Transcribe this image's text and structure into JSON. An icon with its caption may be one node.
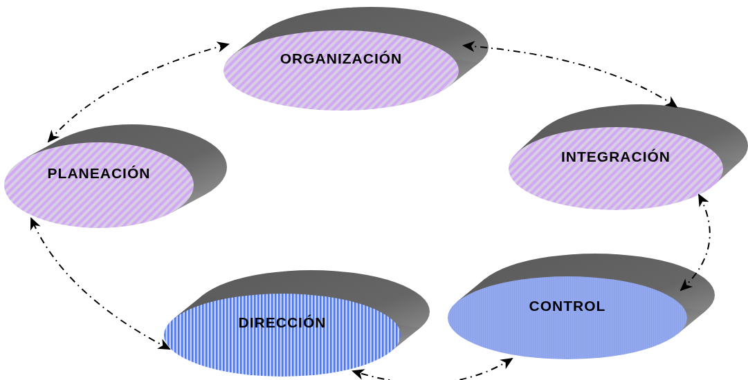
{
  "diagram": {
    "nodes": [
      {
        "text": [
          "ORGANIZACIÓN"
        ]
      },
      {
        "text": [
          "PLANEACIÓN"
        ]
      },
      {
        "text": [
          "INTEGRACIÓN"
        ]
      },
      {
        "text": [
          "DIRECCIÓN"
        ]
      },
      {
        "text": [
          "CONTROL"
        ]
      }
    ],
    "edges": [
      {
        "from": 1,
        "to": 0,
        "arrow": "both",
        "style": "dashed"
      },
      {
        "from": 0,
        "to": 2,
        "arrow": "both",
        "style": "dashed"
      },
      {
        "from": 2,
        "to": 4,
        "arrow": "both",
        "style": "dashed"
      },
      {
        "from": 4,
        "to": 3,
        "arrow": "both",
        "style": "dashed"
      },
      {
        "from": 3,
        "to": 1,
        "arrow": "both",
        "style": "dashed"
      }
    ]
  }
}
